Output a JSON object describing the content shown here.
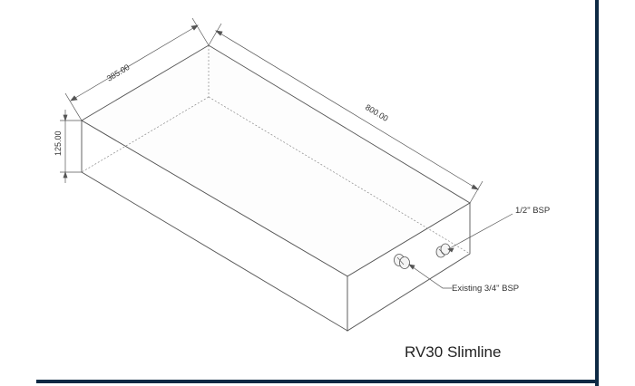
{
  "drawing": {
    "dimensions": {
      "width": "385.00",
      "length": "800.00",
      "height": "125.00"
    },
    "callouts": {
      "top_fitting": "1/2\" BSP",
      "bottom_fitting": "Existing 3/4\" BSP"
    },
    "caption": "RV30 Slimline",
    "colors": {
      "frame": "#0e2a44",
      "line": "#555555"
    }
  }
}
